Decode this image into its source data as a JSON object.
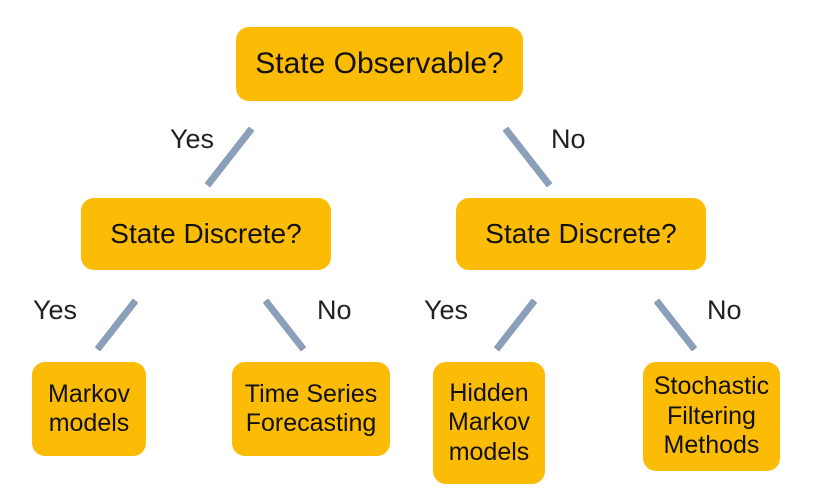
{
  "diagram": {
    "title_text": "",
    "background_color": "#FFFFFF",
    "node_fill_color": "#FCBC05",
    "node_text_color": "#111111",
    "edge_color": "#8C9FB8",
    "edge_label_color": "#231F20",
    "nodes": {
      "root": "State Observable?",
      "branch_left": "State Discrete?",
      "branch_right": "State Discrete?",
      "leaf_1": "Markov\nmodels",
      "leaf_2": "Time Series\nForecasting",
      "leaf_3": "Hidden\nMarkov\nmodels",
      "leaf_4": "Stochastic\nFiltering\nMethods"
    },
    "edge_labels": {
      "root_yes": "Yes",
      "root_no": "No",
      "left_yes": "Yes",
      "left_no": "No",
      "right_yes": "Yes",
      "right_no": "No"
    }
  }
}
